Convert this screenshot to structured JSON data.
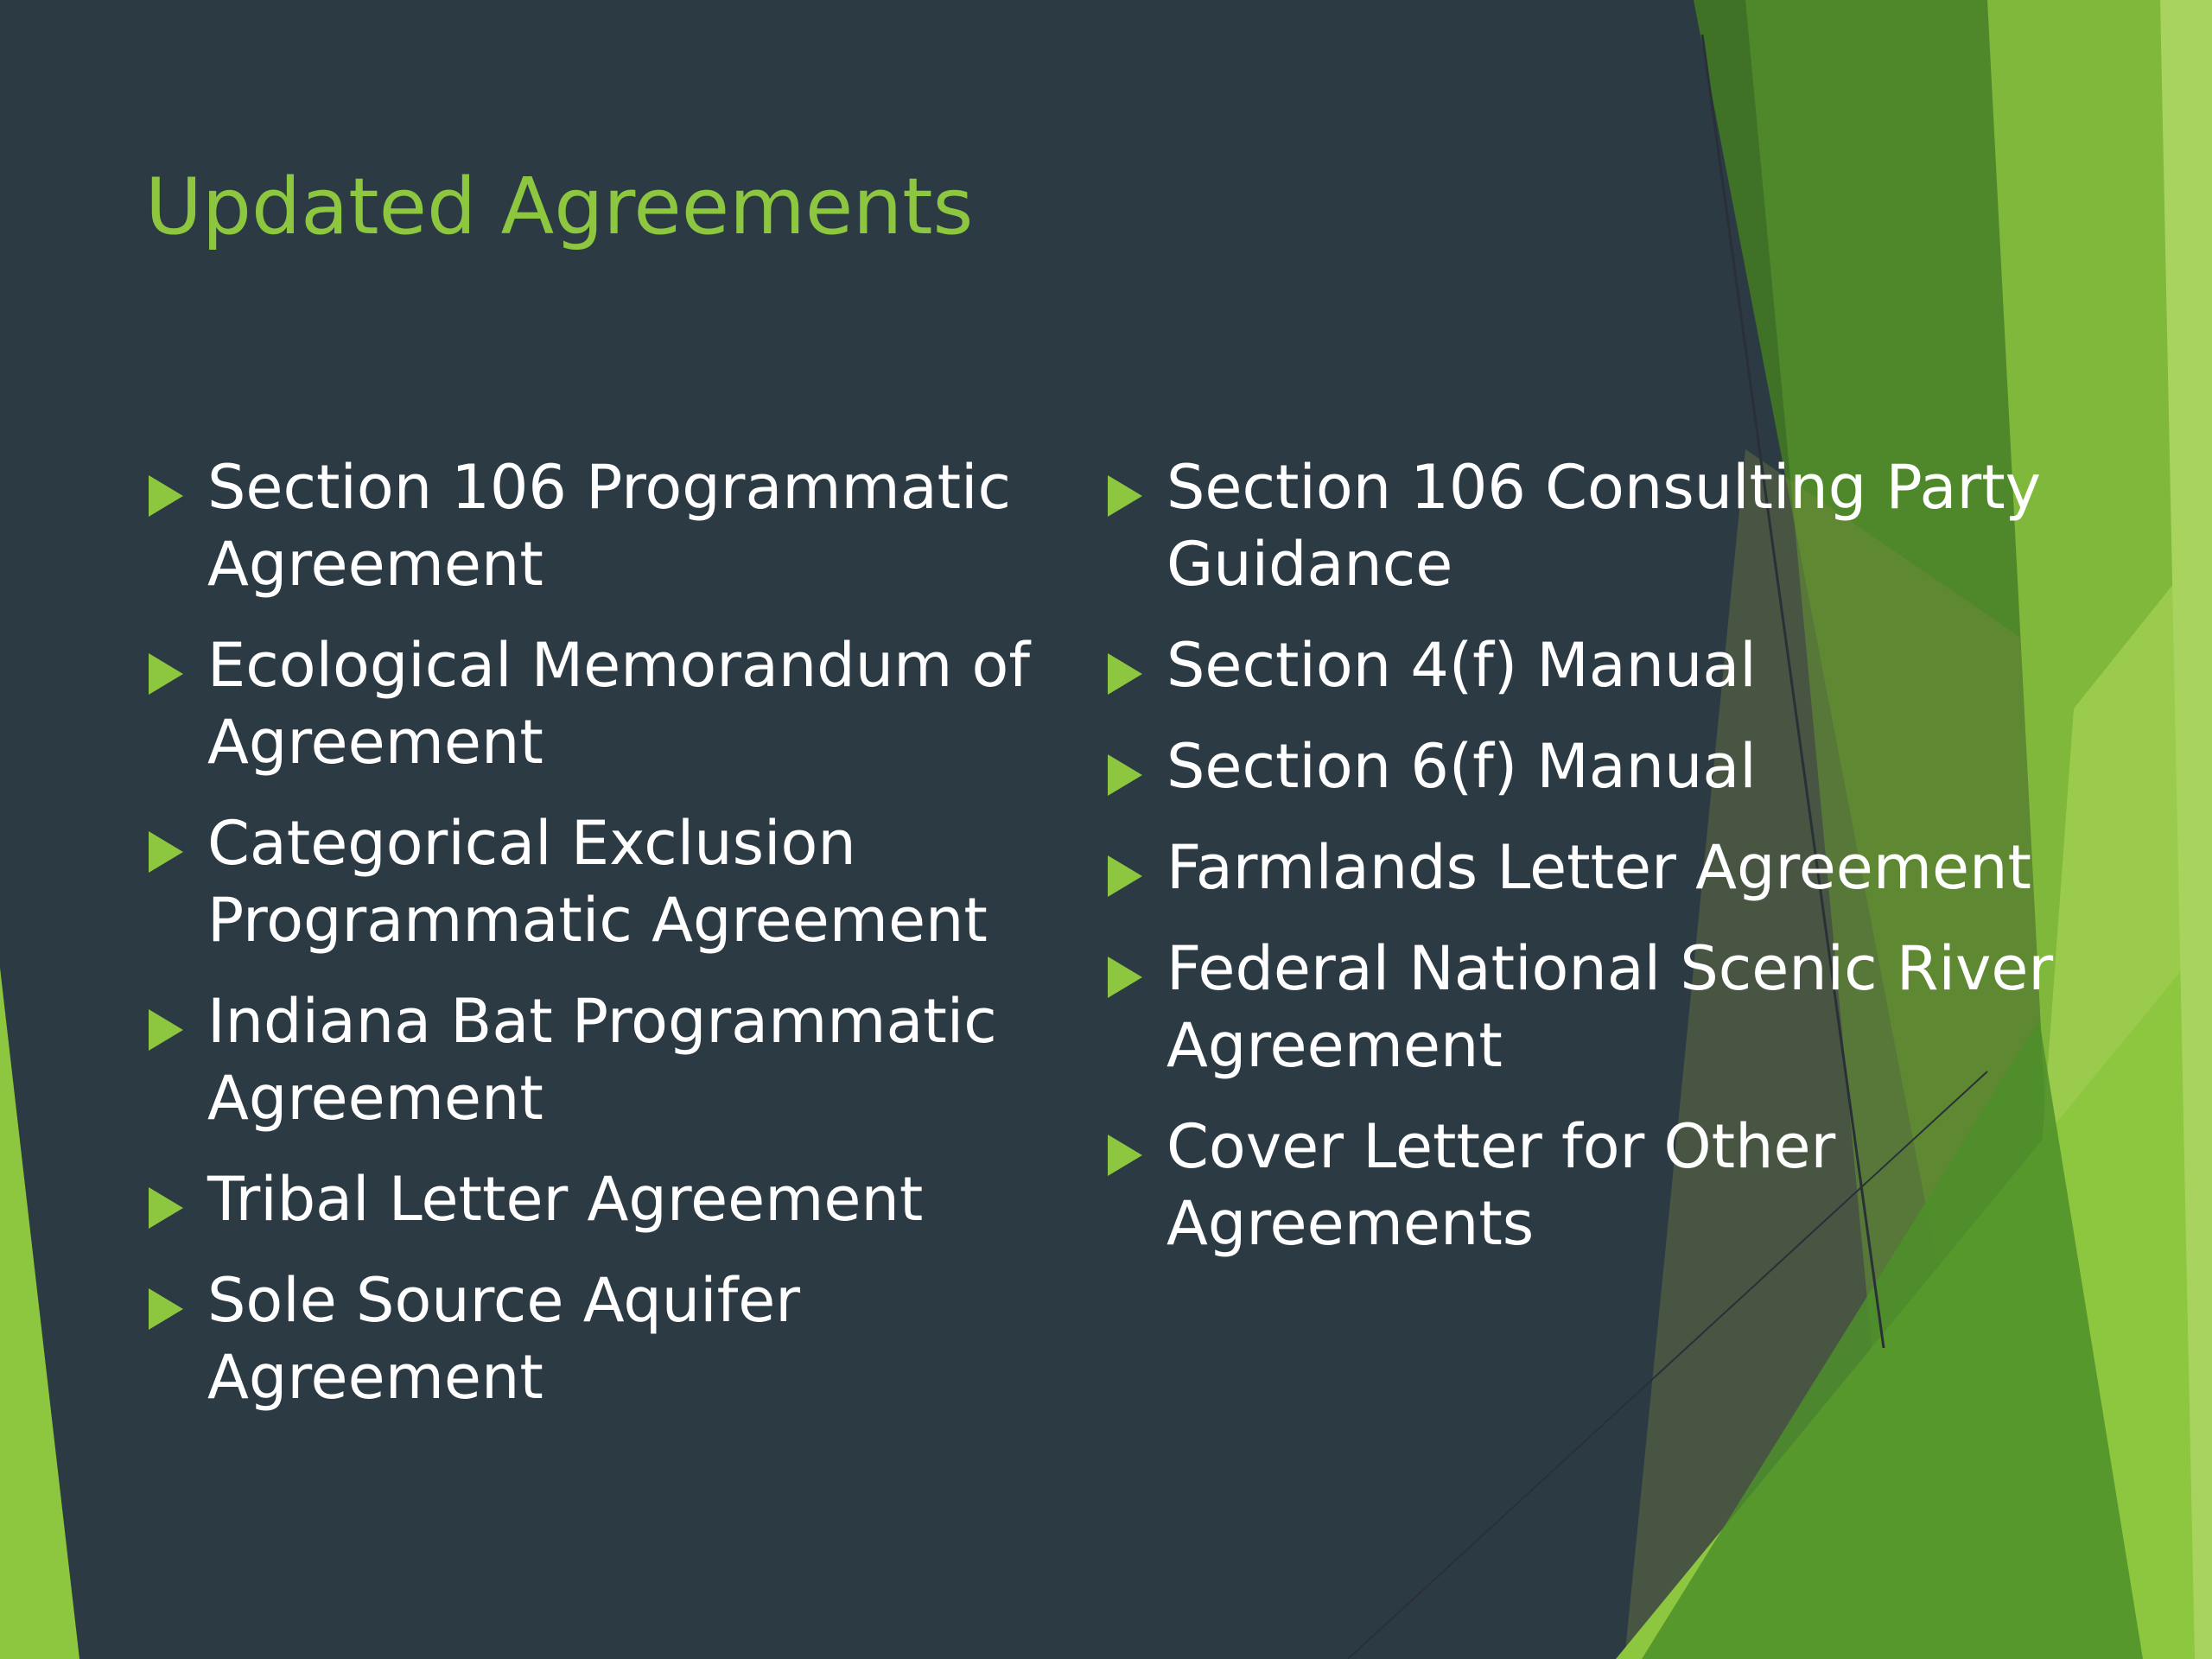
{
  "slide": {
    "title": "Updated Agreements",
    "colors": {
      "background": "#2c3a44",
      "accent": "#8dc63f",
      "text": "#ffffff",
      "dark_green": "#3f7226",
      "mid_green": "#5c9a2e",
      "light_green": "#9bcb4c"
    },
    "bullet_icon": "triangle-right-icon",
    "left_column": [
      {
        "text": "Section 106 Programmatic Agreement"
      },
      {
        "text": "Ecological Memorandum of Agreement"
      },
      {
        "text": "Categorical Exclusion Programmatic Agreement"
      },
      {
        "text": "Indiana Bat Programmatic Agreement"
      },
      {
        "text": "Tribal Letter Agreement"
      },
      {
        "text": "Sole Source Aquifer Agreement"
      }
    ],
    "right_column": [
      {
        "text": "Section 106 Consulting Party Guidance"
      },
      {
        "text": "Section 4(f) Manual"
      },
      {
        "text": "Section 6(f) Manual"
      },
      {
        "text": "Farmlands Letter Agreement"
      },
      {
        "text": "Federal National Scenic River Agreement"
      },
      {
        "text": "Cover Letter for Other Agreements"
      }
    ]
  }
}
